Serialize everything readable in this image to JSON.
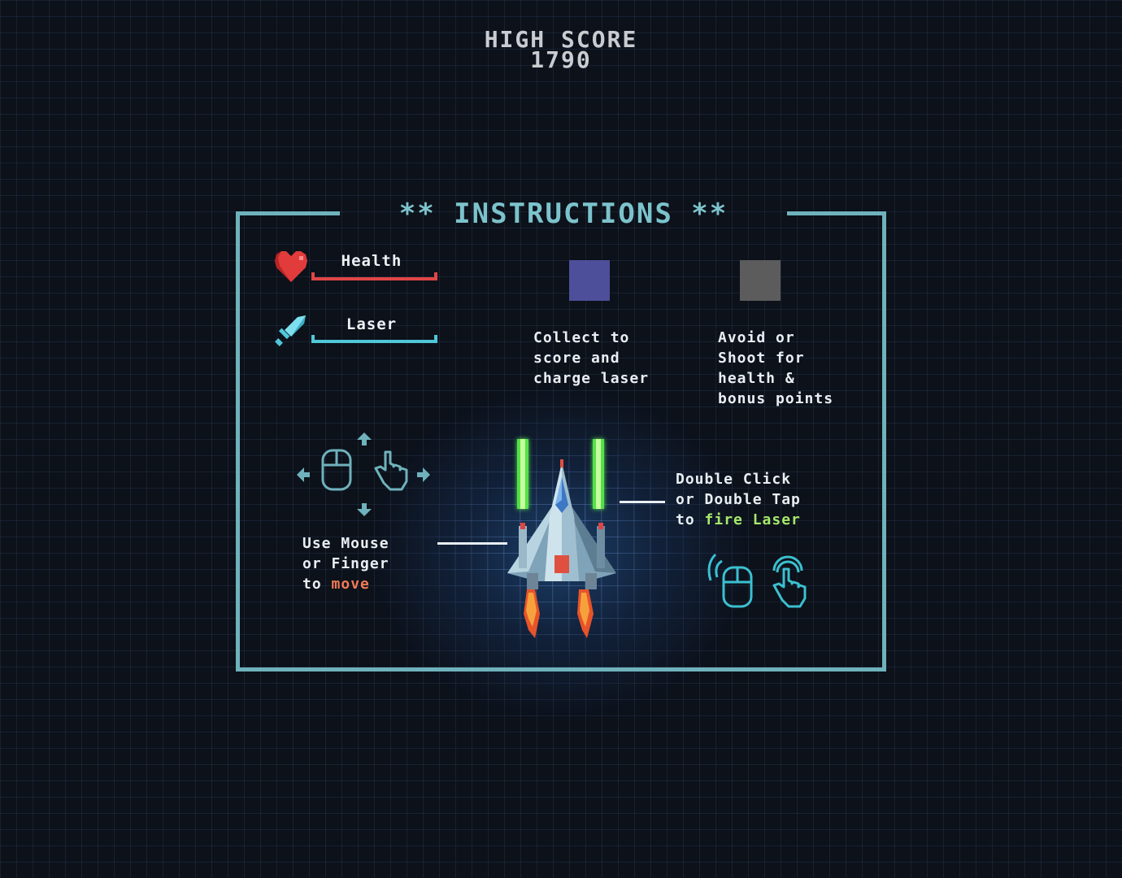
{
  "high_score": {
    "label": "HIGH SCORE",
    "value": "1790"
  },
  "instructions": {
    "title": "** INSTRUCTIONS **",
    "health_label": "Health",
    "laser_label": "Laser",
    "collect_text": "Collect to\nscore and\ncharge laser",
    "avoid_text": "Avoid or\nShoot for\nhealth &\nbonus points",
    "move_line1": "Use Mouse",
    "move_line2": "or Finger",
    "move_prefix": "to ",
    "move_word": "move",
    "fire_line1": "Double Click",
    "fire_line2": "or Double Tap",
    "fire_prefix": "to ",
    "fire_word": "fire Laser"
  },
  "colors": {
    "frame": "#6fb2bc",
    "health": "#e04646",
    "laser": "#4fc7d8",
    "collect_item": "#4d4f9a",
    "avoid_item": "#5c5c5c",
    "move_highlight": "#f07a55",
    "fire_highlight": "#a6e86b"
  },
  "icons": [
    "heart-icon",
    "sword-icon",
    "mouse-icon",
    "hand-pointer-icon",
    "arrow-up-icon",
    "arrow-down-icon",
    "arrow-left-icon",
    "arrow-right-icon",
    "spaceship-icon",
    "double-click-mouse-icon",
    "double-tap-hand-icon"
  ]
}
